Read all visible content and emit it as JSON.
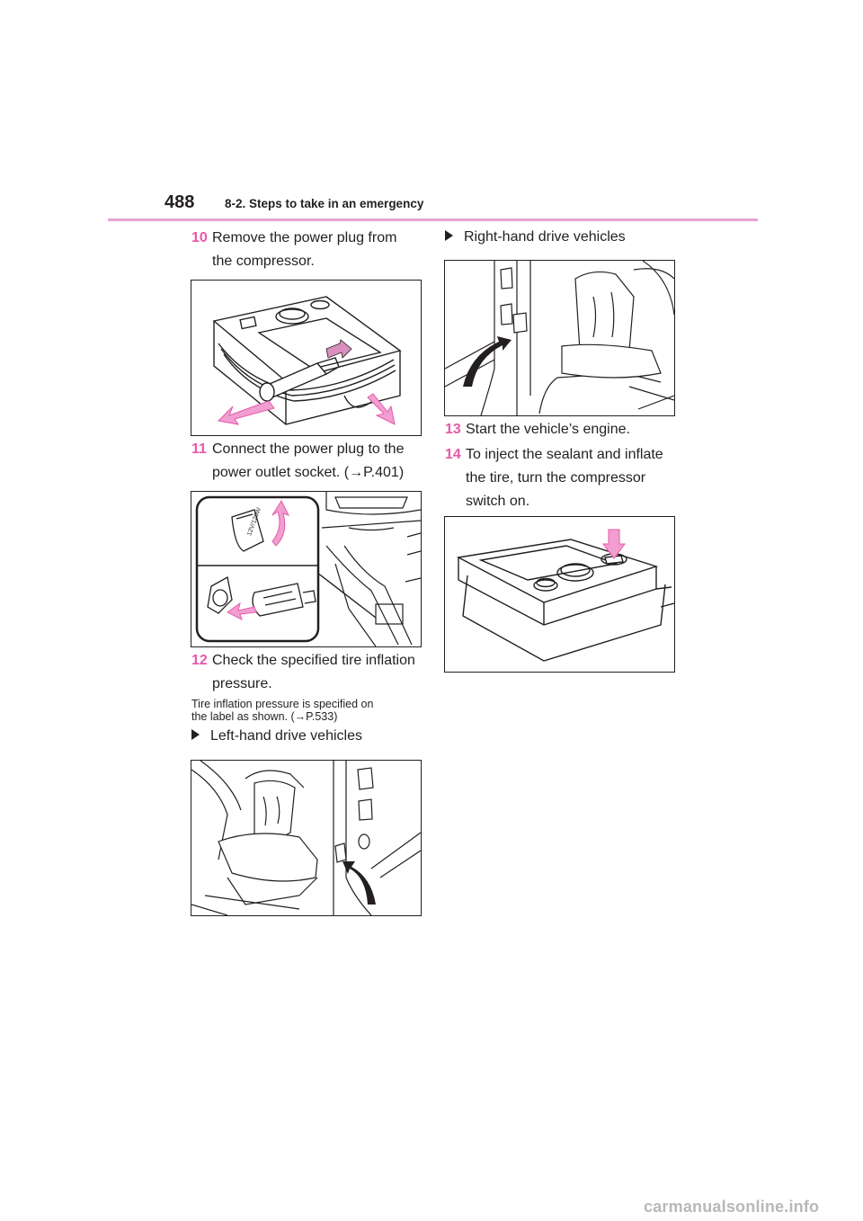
{
  "header": {
    "page_number": "488",
    "section_title": "8-2. Steps to take in an emergency"
  },
  "steps": {
    "s10": {
      "num": "10",
      "line1": "Remove the power plug from",
      "line2": "the compressor."
    },
    "s11": {
      "num": "11",
      "line1": "Connect the power plug to the",
      "line2": "power outlet socket. (→P.401)"
    },
    "s12": {
      "num": "12",
      "line1": "Check the specified tire inflation",
      "line2": "pressure."
    },
    "s13": {
      "num": "13",
      "line1": "Start the vehicle’s engine."
    },
    "s14": {
      "num": "14",
      "line1": "To inject the sealant and inflate",
      "line2": "the tire, turn the compressor",
      "line3": "switch on."
    }
  },
  "note": {
    "line1": "Tire inflation pressure is specified on",
    "line2": "the label as shown. (→P.533)"
  },
  "bullets": {
    "left_hand": "Left-hand drive vehicles",
    "right_hand": "Right-hand drive vehicles"
  },
  "figures": {
    "socket_label": "12V/120W"
  },
  "colors": {
    "accent": "#e45aaa",
    "rule": "#e8a3d0",
    "arrow_fill": "#f19fd0"
  },
  "watermark": "carmanualsonline.info"
}
